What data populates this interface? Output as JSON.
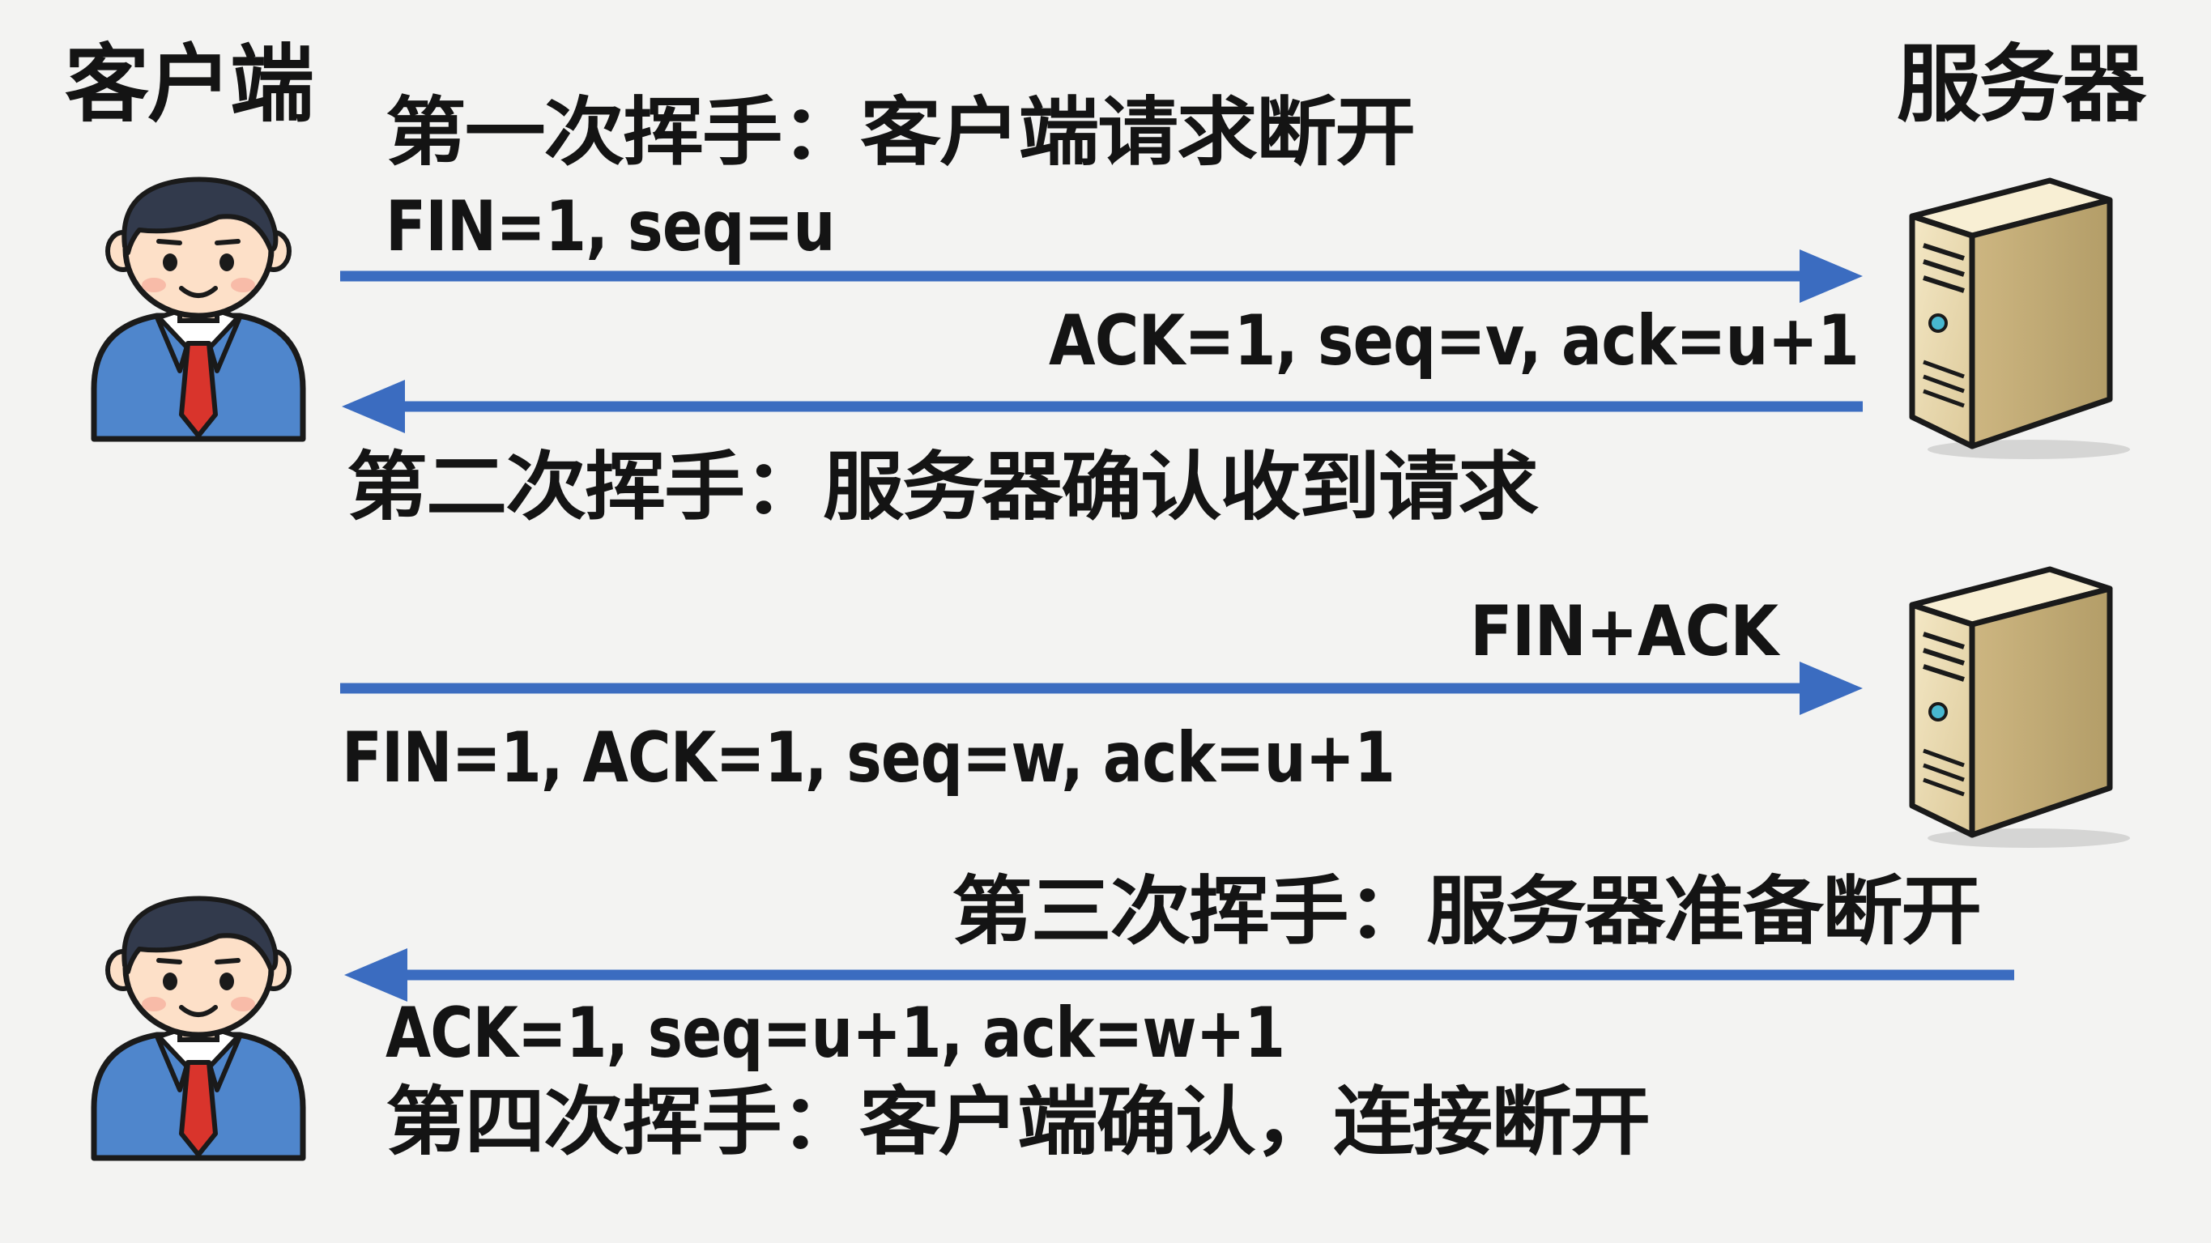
{
  "actors": {
    "client_title": "客户端",
    "server_title": "服务器"
  },
  "colors": {
    "arrow": "#3b6cc0",
    "text": "#141414",
    "background": "#f3f3f2"
  },
  "steps": [
    {
      "direction": "client-to-server",
      "handshake_label": "第一次挥手：客户端请求断开",
      "packet_label": "FIN=1, seq=u"
    },
    {
      "direction": "server-to-client",
      "handshake_label": "第二次挥手：服务器确认收到请求",
      "packet_label": "ACK=1, seq=v, ack=u+1"
    },
    {
      "direction": "client-to-server",
      "top_label": "FIN+ACK",
      "packet_label": "FIN=1, ACK=1, seq=w, ack=u+1"
    },
    {
      "direction": "server-to-client",
      "handshake_label": "第三次挥手：服务器准备断开",
      "packet_label": "ACK=1, seq=u+1, ack=w+1",
      "extra_label": "第四次挥手：客户端确认，连接断开"
    }
  ]
}
